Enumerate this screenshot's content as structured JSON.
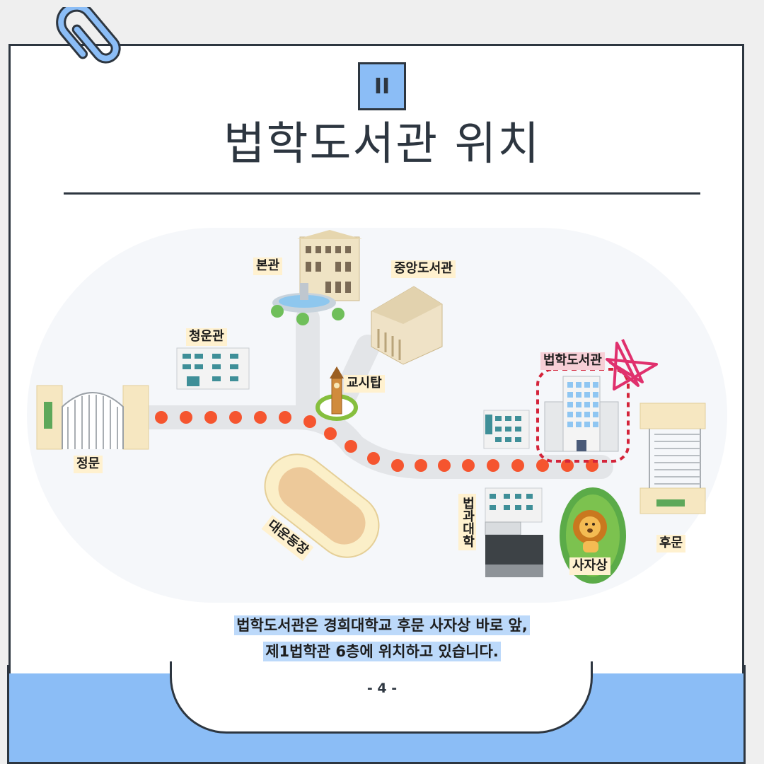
{
  "section_badge": "II",
  "title": "법학도서관 위치",
  "map": {
    "labels": {
      "main_gate": "정문",
      "cheongun_hall": "청운관",
      "main_hall": "본관",
      "central_library": "중앙도서관",
      "clock_tower": "교시탑",
      "law_library": "법학도서관",
      "stadium": "대운동장",
      "law_school": "법과대학",
      "lion_statue": "사자상",
      "back_gate": "후문"
    }
  },
  "caption": {
    "line1": "법학도서관은 경희대학교 후문 사자상 바로 앞,",
    "line2": "제1법학관 6층에 위치하고 있습니다."
  },
  "page_number": "- 4 -",
  "colors": {
    "accent": "#8bbdf6",
    "outline": "#2d3640",
    "route_dot": "#f5552f",
    "marker_x": "#e0306d"
  }
}
